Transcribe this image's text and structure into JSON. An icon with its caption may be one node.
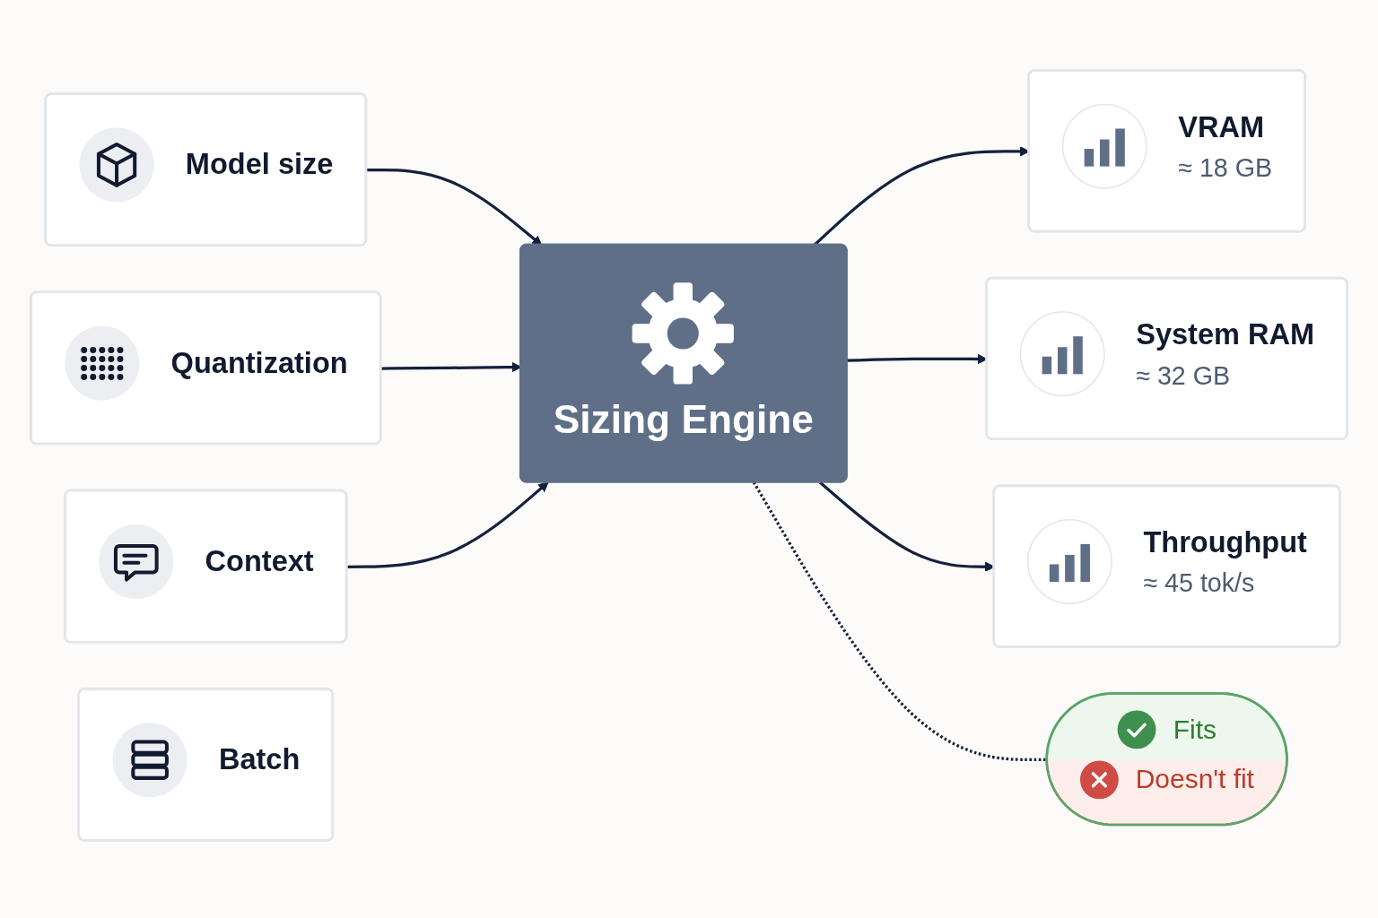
{
  "diagram": {
    "nodes": [
      {
        "text": [
          "Model size"
        ]
      },
      {
        "text": [
          "Quantization"
        ]
      },
      {
        "text": [
          "Context"
        ]
      },
      {
        "text": [
          "Batch"
        ]
      },
      {
        "text": [
          "Sizing Engine"
        ]
      },
      {
        "text": [
          "VRAM",
          "≈ 18 GB"
        ]
      },
      {
        "text": [
          "System RAM",
          "≈ 32 GB"
        ]
      },
      {
        "text": [
          "Throughput",
          "≈ 45 tok/s"
        ]
      },
      {
        "text": [
          "Fits",
          "Doesn't fit"
        ]
      }
    ],
    "edges": [
      {
        "from": 0,
        "to": 4,
        "arrow": "to"
      },
      {
        "from": 1,
        "to": 4,
        "arrow": "to"
      },
      {
        "from": 2,
        "to": 4,
        "arrow": "to"
      },
      {
        "from": 4,
        "to": 5,
        "arrow": "to"
      },
      {
        "from": 4,
        "to": 6,
        "arrow": "to"
      },
      {
        "from": 4,
        "to": 7,
        "arrow": "to"
      },
      {
        "from": 4,
        "to": 8,
        "arrow": "none",
        "style": "dashed"
      }
    ]
  }
}
